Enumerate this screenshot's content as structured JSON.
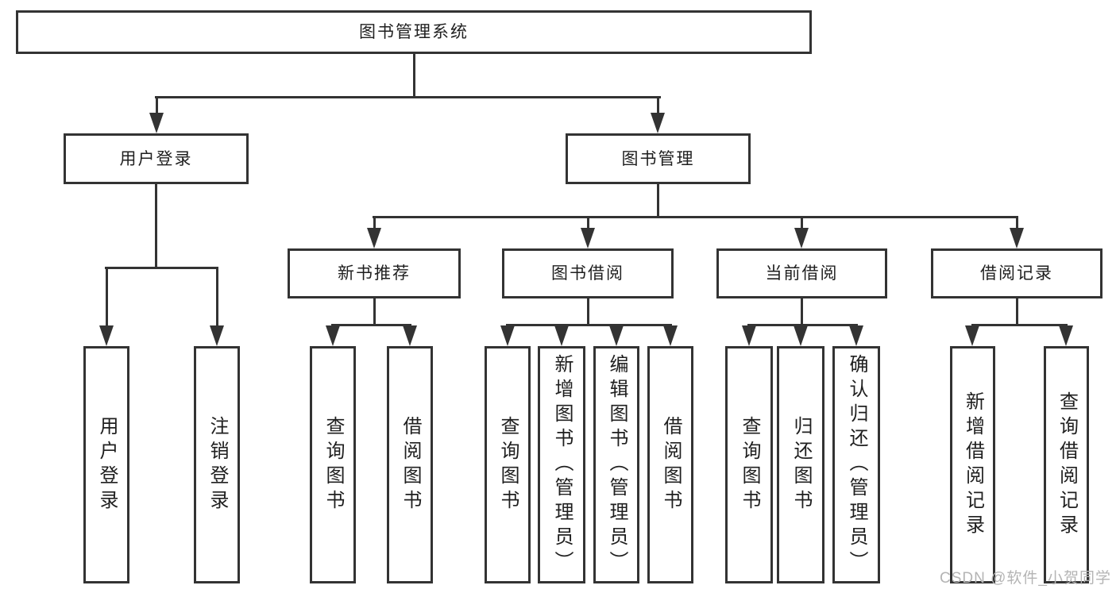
{
  "diagram": {
    "tree": {
      "label": "图书管理系统",
      "children": [
        {
          "label": "用户登录",
          "children": [
            {
              "label": "用户登录"
            },
            {
              "label": "注销登录"
            }
          ]
        },
        {
          "label": "图书管理",
          "children": [
            {
              "label": "新书推荐",
              "children": [
                {
                  "label": "查询图书"
                },
                {
                  "label": "借阅图书"
                }
              ]
            },
            {
              "label": "图书借阅",
              "children": [
                {
                  "label": "查询图书"
                },
                {
                  "label": "新增图书（管理员）"
                },
                {
                  "label": "编辑图书（管理员）"
                },
                {
                  "label": "借阅图书"
                }
              ]
            },
            {
              "label": "当前借阅",
              "children": [
                {
                  "label": "查询图书"
                },
                {
                  "label": "归还图书"
                },
                {
                  "label": "确认归还（管理员）"
                }
              ]
            },
            {
              "label": "借阅记录",
              "children": [
                {
                  "label": "新增借阅记录"
                },
                {
                  "label": "查询借阅记录"
                }
              ]
            }
          ]
        }
      ]
    },
    "colors": {
      "line": "#333333",
      "text": "#1f1f1f",
      "background": "#ffffff",
      "watermark": "#b4b4b4"
    }
  },
  "watermark": {
    "text": "CSDN @软件_小贺同学"
  }
}
